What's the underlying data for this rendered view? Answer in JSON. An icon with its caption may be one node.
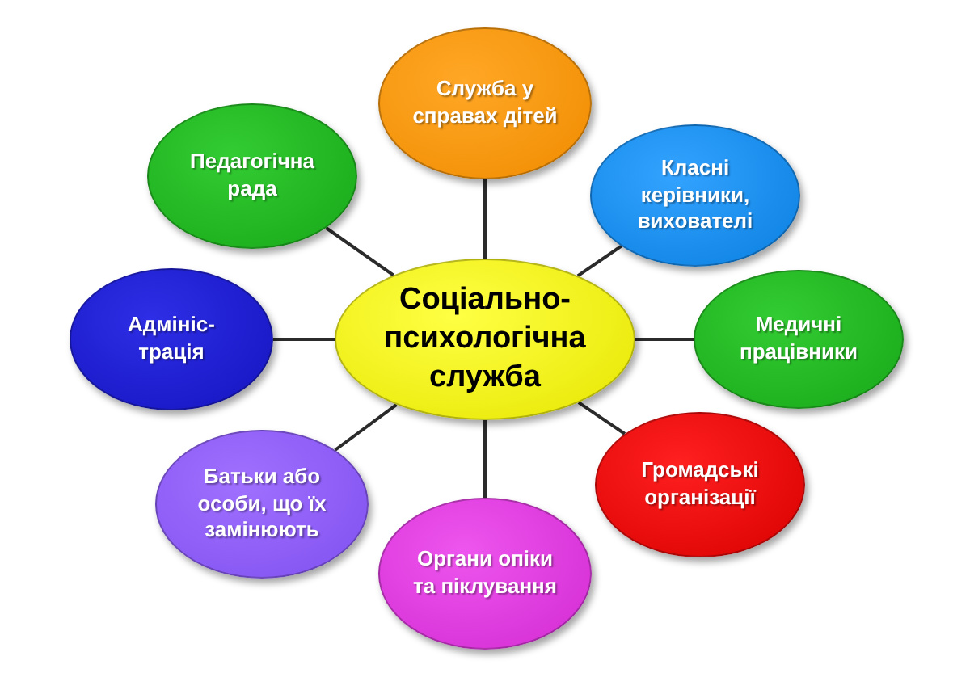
{
  "diagram": {
    "nodes": [
      {
        "text": [
          "Соціально-психологічна служба"
        ]
      },
      {
        "text": [
          "Служба у справах дітей"
        ]
      },
      {
        "text": [
          "Класні керівники, вихователі"
        ]
      },
      {
        "text": [
          "Медичні працівники"
        ]
      },
      {
        "text": [
          "Громадські організації"
        ]
      },
      {
        "text": [
          "Органи опіки та піклування"
        ]
      },
      {
        "text": [
          "Батьки або особи, що їх замінюють"
        ]
      },
      {
        "text": [
          "Адмініс-трація"
        ]
      },
      {
        "text": [
          "Педагогічна рада"
        ]
      }
    ],
    "edges": [
      {
        "from": 0,
        "to": 1,
        "arrow": "none"
      },
      {
        "from": 0,
        "to": 2,
        "arrow": "none"
      },
      {
        "from": 0,
        "to": 3,
        "arrow": "none"
      },
      {
        "from": 0,
        "to": 4,
        "arrow": "none"
      },
      {
        "from": 0,
        "to": 5,
        "arrow": "none"
      },
      {
        "from": 0,
        "to": 6,
        "arrow": "none"
      },
      {
        "from": 0,
        "to": 7,
        "arrow": "none"
      },
      {
        "from": 0,
        "to": 8,
        "arrow": "none"
      }
    ]
  }
}
